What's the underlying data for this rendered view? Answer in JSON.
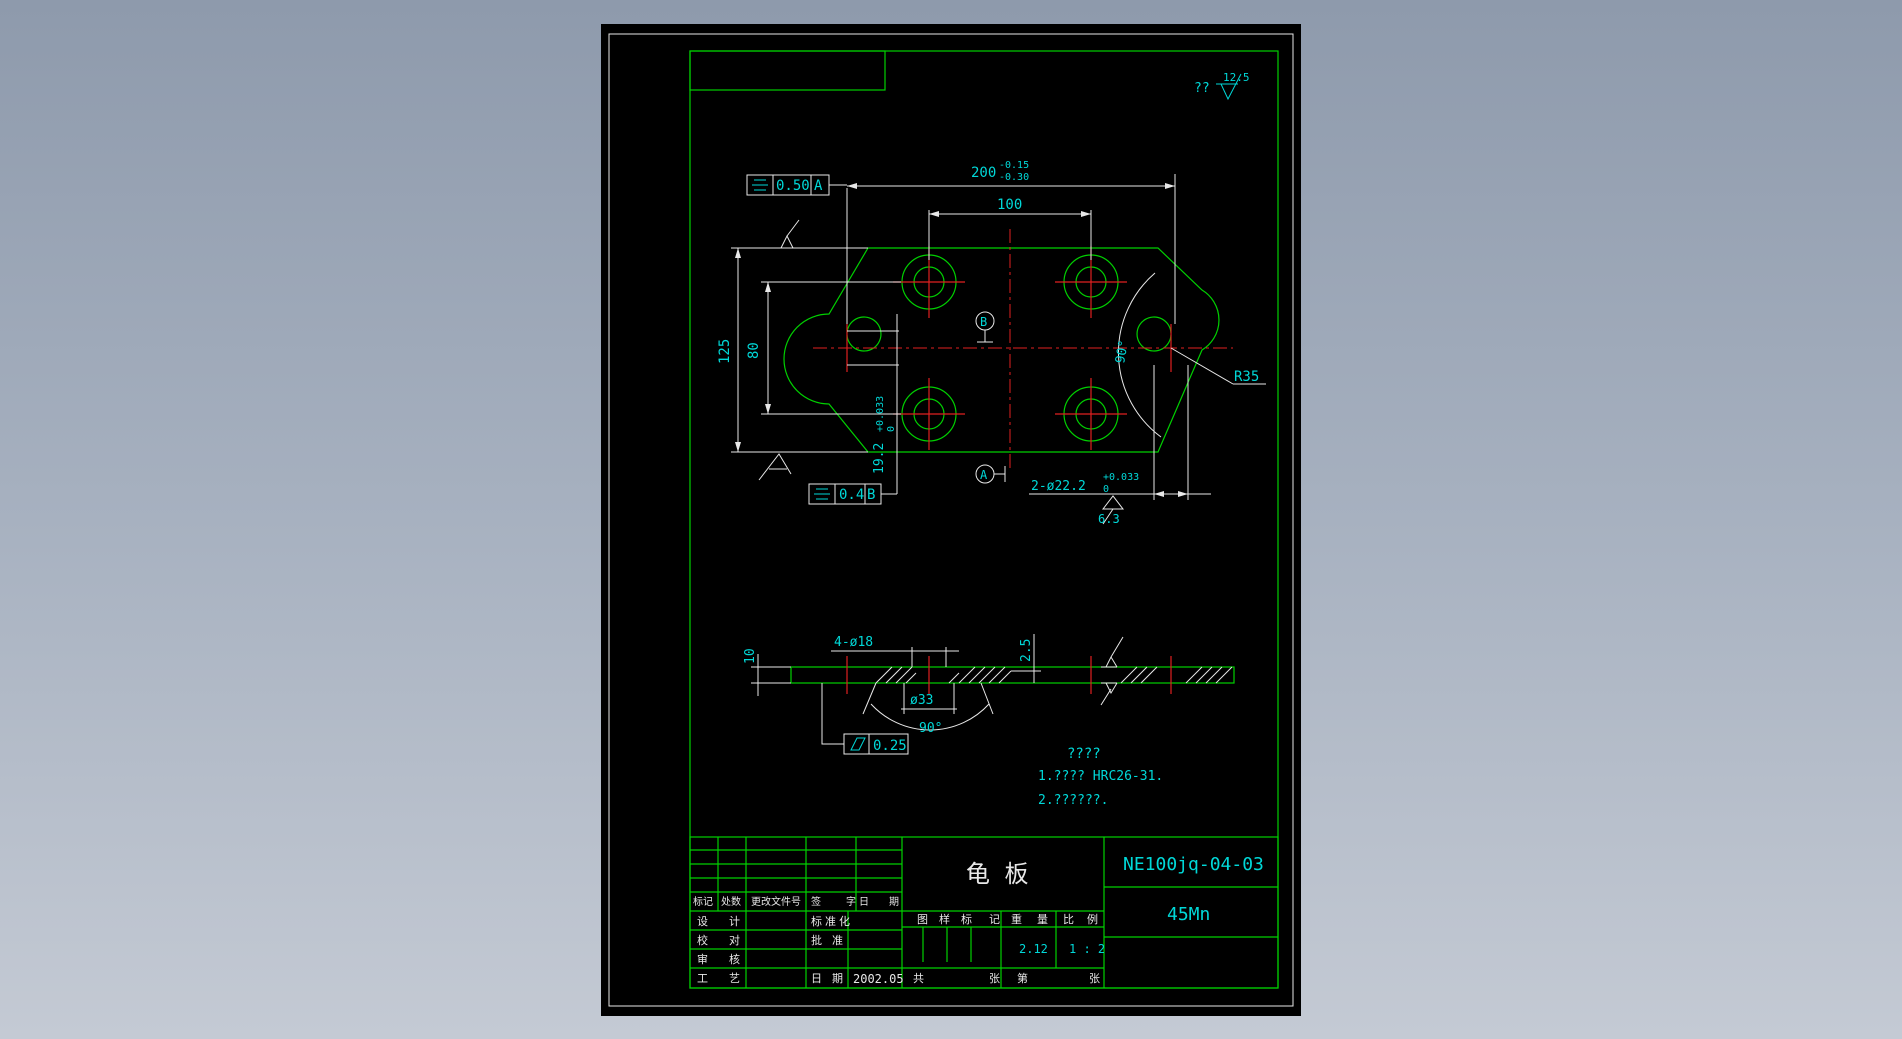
{
  "drawing": {
    "roughness_top": {
      "label": "??",
      "value": "12.5"
    },
    "dims": {
      "overall_length": "200",
      "overall_length_tol_upper": "-0.15",
      "overall_length_tol_lower": "-0.30",
      "hole_spacing": "100",
      "height_125": "125",
      "height_80": "80",
      "slot_width": "19.2",
      "slot_tol_upper": "+0.033",
      "slot_tol_lower": "0",
      "angle_top": "90°",
      "radius": "R35",
      "pin_holes": "2-ø22.2",
      "pin_holes_tol_upper": "+0.033",
      "pin_holes_tol_lower": "0",
      "roughness_bottom": "6.3",
      "section_holes": "4-ø18",
      "thickness": "10",
      "depth": "2.5",
      "counterbore": "ø33",
      "angle_section": "90°"
    },
    "gdt": {
      "sym_top": "0.50",
      "datum_top": "A",
      "sym_bottom": "0.4",
      "datum_bottom": "B",
      "flatness": "0.25"
    },
    "datums": {
      "a": "A",
      "b": "B"
    },
    "notes": {
      "title": "????",
      "line1": "1.???? HRC26-31.",
      "line2": "2.??????."
    }
  },
  "title_block": {
    "part_name": "龟  板",
    "drawing_no": "NE100jq-04-03",
    "material": "45Mn",
    "weight": "2.12",
    "scale": "1 : 2",
    "date": "2002.05",
    "header_row": [
      "标记",
      "处数",
      "更改文件号",
      "签",
      "字",
      "日",
      "期"
    ],
    "row_design": [
      "设",
      "计"
    ],
    "row_proof": [
      "校",
      "对"
    ],
    "row_review": [
      "审",
      "核"
    ],
    "row_process": [
      "工",
      "艺"
    ],
    "std": [
      "标",
      "准",
      "化"
    ],
    "approve": [
      "批",
      "准"
    ],
    "date_label": [
      "日",
      "期"
    ],
    "mark_header": [
      "图",
      "样",
      "标",
      "记"
    ],
    "weight_header": [
      "重",
      "量"
    ],
    "scale_header": [
      "比",
      "例"
    ],
    "total": [
      "共",
      "张"
    ],
    "sheet": [
      "第",
      "张"
    ]
  }
}
